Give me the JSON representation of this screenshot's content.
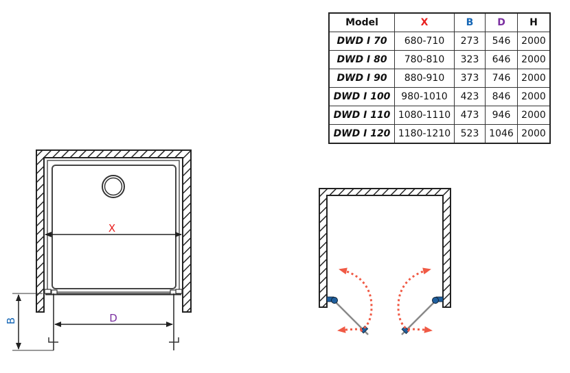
{
  "table": {
    "headers": [
      "Model",
      "X",
      "B",
      "D",
      "H"
    ],
    "header_colors": [
      "#111111",
      "#e8201f",
      "#1566b5",
      "#7a2fa0",
      "#111111"
    ],
    "rows": [
      [
        "DWD I 70",
        "680-710",
        "273",
        "546",
        "2000"
      ],
      [
        "DWD I 80",
        "780-810",
        "323",
        "646",
        "2000"
      ],
      [
        "DWD I 90",
        "880-910",
        "373",
        "746",
        "2000"
      ],
      [
        "DWD I 100",
        "980-1010",
        "423",
        "846",
        "2000"
      ],
      [
        "DWD I 110",
        "1080-1110",
        "473",
        "946",
        "2000"
      ],
      [
        "DWD I 120",
        "1180-1210",
        "523",
        "1046",
        "2000"
      ]
    ]
  },
  "plan_view": {
    "x_label": "X",
    "d_label": "D",
    "b_label": "B"
  },
  "colors": {
    "x": "#e8201f",
    "b": "#1566b5",
    "d": "#7a2fa0",
    "arrow": "#f05a45",
    "hinge": "#1f5f9e"
  }
}
